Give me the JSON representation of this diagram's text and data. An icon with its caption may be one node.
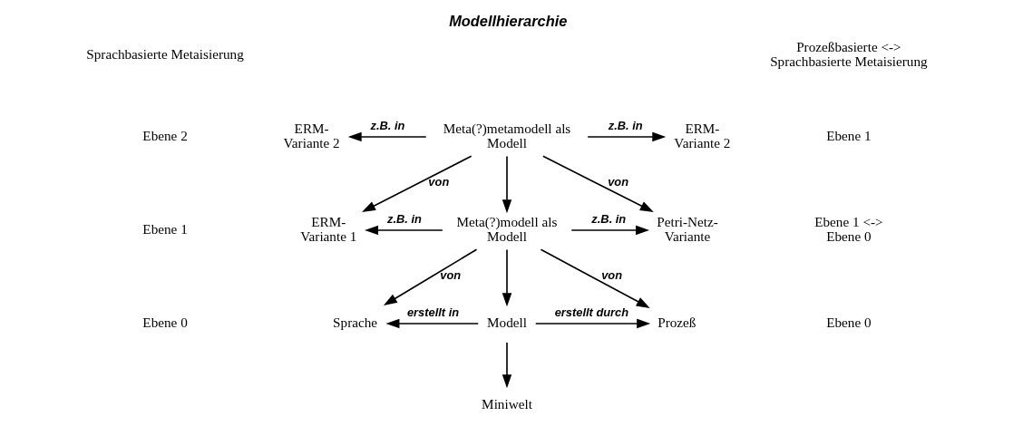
{
  "diagram": {
    "title": "Modellhierarchie",
    "nodes": [
      {
        "text": [
          "ERM- Variante 2"
        ]
      },
      {
        "text": [
          "Meta(?)metamodell als Modell"
        ]
      },
      {
        "text": [
          "ERM- Variante 2"
        ]
      },
      {
        "text": [
          "ERM- Variante 1"
        ]
      },
      {
        "text": [
          "Meta(?)modell als Modell"
        ]
      },
      {
        "text": [
          "Petri-Netz- Variante"
        ]
      },
      {
        "text": [
          "Sprache"
        ]
      },
      {
        "text": [
          "Modell"
        ]
      },
      {
        "text": [
          "Prozeß"
        ]
      },
      {
        "text": [
          "Miniwelt"
        ]
      }
    ],
    "edges": [
      {
        "from": 1,
        "to": 0,
        "arrow": "to",
        "label": "z.B. in"
      },
      {
        "from": 1,
        "to": 2,
        "arrow": "to",
        "label": "z.B. in"
      },
      {
        "from": 1,
        "to": 3,
        "arrow": "to",
        "label": "von"
      },
      {
        "from": 1,
        "to": 4,
        "arrow": "to"
      },
      {
        "from": 1,
        "to": 5,
        "arrow": "to",
        "label": "von"
      },
      {
        "from": 4,
        "to": 3,
        "arrow": "to",
        "label": "z.B. in"
      },
      {
        "from": 4,
        "to": 5,
        "arrow": "to",
        "label": "z.B. in"
      },
      {
        "from": 4,
        "to": 6,
        "arrow": "to",
        "label": "von"
      },
      {
        "from": 4,
        "to": 7,
        "arrow": "to"
      },
      {
        "from": 4,
        "to": 8,
        "arrow": "to",
        "label": "von"
      },
      {
        "from": 7,
        "to": 6,
        "arrow": "to",
        "label": "erstellt in"
      },
      {
        "from": 7,
        "to": 8,
        "arrow": "to",
        "label": "erstellt durch"
      },
      {
        "from": 7,
        "to": 9,
        "arrow": "to"
      }
    ],
    "labels": [
      "Sprachbasierte Metaisierung",
      "Prozeßbasierte <-> Sprachbasierte Metaisierung",
      "Ebene 2",
      "Ebene 1",
      "Ebene 1",
      "Ebene 1 <-> Ebene 0",
      "Ebene 0",
      "Ebene 0"
    ]
  }
}
